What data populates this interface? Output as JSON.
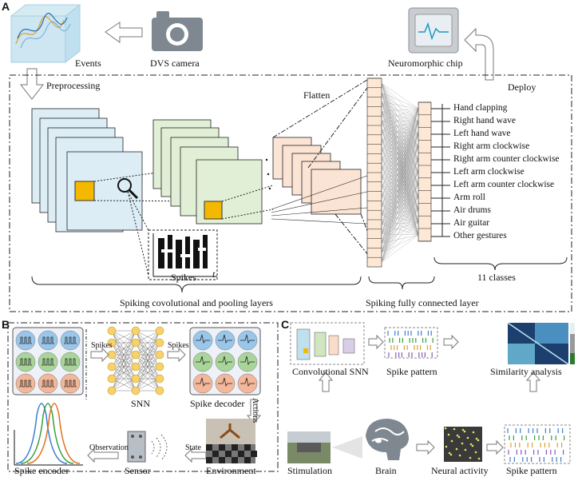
{
  "panels": {
    "a": "A",
    "b": "B",
    "c": "C"
  },
  "panel_a": {
    "events": "Events",
    "dvs_camera": "DVS camera",
    "neuromorphic_chip": "Neuromorphic chip",
    "deploy": "Deploy",
    "preprocessing": "Preprocessing",
    "flatten": "Flatten",
    "spikes": "Spikes",
    "time_symbol": "t",
    "classes_count": "11 classes",
    "conv_layers": "Spiking covolutional and pooling layers",
    "fc_layer": "Spiking fully connected layer",
    "classes": [
      "Hand clapping",
      "Right hand wave",
      "Left hand wave",
      "Right arm clockwise",
      "Right arm counter clockwise",
      "Left arm clockwise",
      "Left arm counter clockwise",
      "Arm roll",
      "Air drums",
      "Air guitar",
      "Other gestures"
    ]
  },
  "panel_b": {
    "spikes_in": "Spikes",
    "snn": "SNN",
    "spikes_out": "Spikes",
    "spike_decoder": "Spike decoder",
    "actions": "Actions",
    "state": "State",
    "observation": "Observation",
    "spike_encoder": "Spike encoder",
    "sensor": "Sensor",
    "environment": "Environment"
  },
  "panel_c": {
    "conv_snn": "Convolutional SNN",
    "spike_pattern_top": "Spike pattern",
    "similarity": "Similarity analysis",
    "stimulation": "Stimulation",
    "brain": "Brain",
    "neural_activity": "Neural activity",
    "spike_pattern_bottom": "Spike pattern"
  },
  "colors": {
    "conv_blue": "#dcedf5",
    "conv_green": "#e1efd6",
    "pool_peach": "#fbe4d4",
    "fc_peach": "#fde8d6",
    "highlight": "#f5b800",
    "grey_icon": "#7f8790"
  },
  "icons": [
    "camera-icon",
    "chip-icon",
    "magnifier-icon",
    "brain-icon"
  ]
}
